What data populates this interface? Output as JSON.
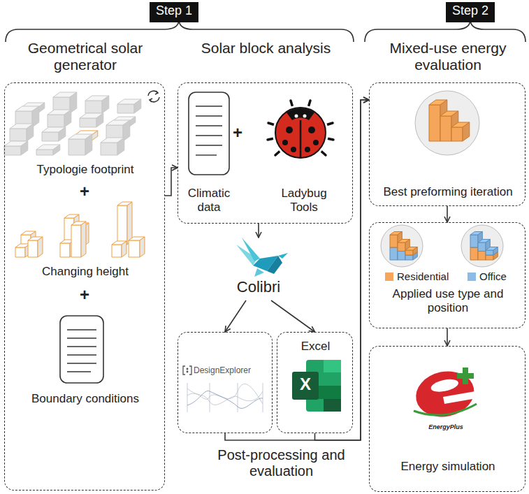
{
  "diagram": {
    "nodes": [
      {
        "text": [
          "Step 1"
        ]
      },
      {
        "text": [
          "Step 2"
        ]
      },
      {
        "text": [
          "Geometrical solar generator",
          "Typologie footprint",
          "Changing height",
          "Boundary conditions"
        ]
      },
      {
        "text": [
          "Solar block analysis",
          "Climatic data",
          "Ladybug Tools"
        ]
      },
      {
        "text": [
          "Colibri"
        ]
      },
      {
        "text": [
          "DesignExplorer"
        ]
      },
      {
        "text": [
          "Excel"
        ]
      },
      {
        "text": [
          "Mixed-use energy evaluation",
          "Best preforming iteration"
        ]
      },
      {
        "text": [
          "Applied use type and position"
        ]
      },
      {
        "text": [
          "Energy simulation"
        ]
      }
    ],
    "edges": [
      {
        "from": 2,
        "to": 3,
        "arrow": "to"
      },
      {
        "from": 3,
        "to": 4,
        "arrow": "to"
      },
      {
        "from": 4,
        "to": 5,
        "arrow": "to"
      },
      {
        "from": 4,
        "to": 6,
        "arrow": "to"
      },
      {
        "from": 5,
        "to": 7,
        "arrow": "to"
      },
      {
        "from": 6,
        "to": 7,
        "arrow": "to"
      },
      {
        "from": 7,
        "to": 8,
        "arrow": "to"
      },
      {
        "from": 8,
        "to": 9,
        "arrow": "to"
      }
    ],
    "labels": [
      "+",
      "+",
      "+",
      "X",
      "EnergyPlus",
      "Post-processing and evaluation"
    ],
    "legend": [
      {
        "text": "Residential",
        "color": "#f5a65b"
      },
      {
        "text": "Office",
        "color": "#8cbbe6"
      }
    ]
  }
}
